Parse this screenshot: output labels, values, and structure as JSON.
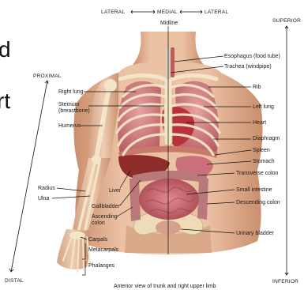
{
  "orientation": {
    "lateral_left": "LATERAL",
    "medial": "MEDIAL",
    "lateral_right": "LATERAL",
    "midline": "Midline",
    "superior": "SUPERIOR",
    "inferior": "INFERIOR",
    "proximal": "PROXIMAL",
    "distal": "DISTAL"
  },
  "left_fragments": [
    "d",
    "rt"
  ],
  "labels_left": {
    "right_lung": "Right lung",
    "sternum": "Sternum",
    "breastbone": "(breastbone)",
    "humerus": "Humerus",
    "radius": "Radius",
    "ulna": "Ulna",
    "liver": "Liver",
    "gallbladder": "Gallbladder",
    "ascending_colon_1": "Ascending",
    "ascending_colon_2": "colon",
    "carpals": "Carpals",
    "metacarpals": "Metacarpals",
    "phalanges": "Phalanges"
  },
  "labels_right": {
    "esophagus": "Esophagus (food tube)",
    "trachea": "Trachea (windpipe)",
    "rib": "Rib",
    "left_lung": "Left lung",
    "heart": "Heart",
    "diaphragm": "Diaphragm",
    "spleen": "Spleen",
    "stomach": "Stomach",
    "transverse_colon": "Transverse colon",
    "small_intestine": "Small intestine",
    "descending_colon": "Descending colon",
    "urinary_bladder": "Urinary bladder"
  },
  "caption": "Anterior view of trunk and right upper limb",
  "colors": {
    "skin": "#e8b898",
    "skin_shadow": "#c98e6c",
    "bone": "#f3e6c8",
    "lung": "#d98a8f",
    "heart": "#b8323a",
    "liver": "#8e2c2a",
    "intestine": "#c8606a",
    "colon": "#b9797a",
    "bladder": "#d7a08a"
  }
}
